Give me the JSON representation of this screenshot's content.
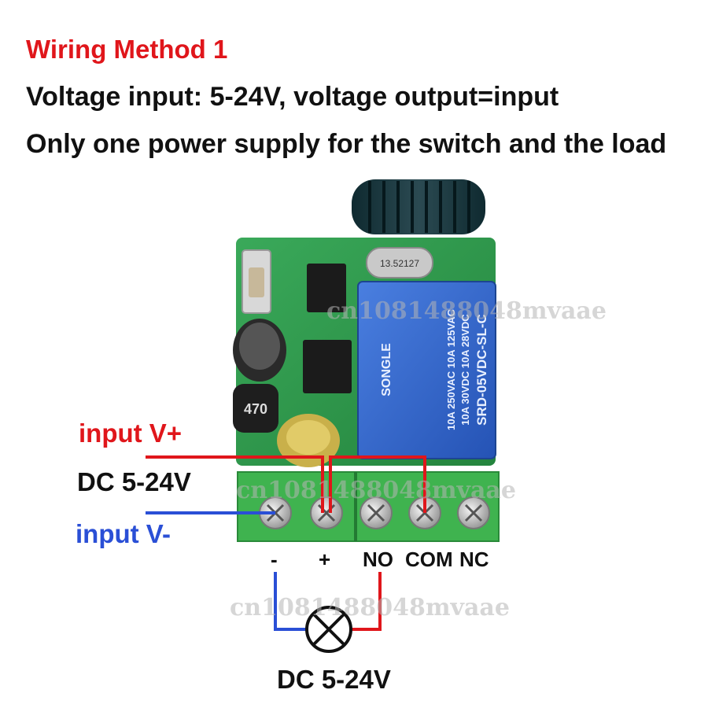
{
  "header": {
    "title": "Wiring Method 1",
    "line1": "Voltage input: 5-24V, voltage output=input",
    "line2": "Only one power supply for the switch and the load"
  },
  "labels": {
    "input_plus": "input V+",
    "dc_range": "DC 5-24V",
    "input_minus": "input V-",
    "load_supply": "DC 5-24V"
  },
  "terminals": [
    "-",
    "+",
    "NO",
    "COM",
    "NC"
  ],
  "relay": {
    "brand": "SONGLE",
    "model": "SRD-05VDC-SL-C",
    "rating1": "10A 250VAC  10A 125VAC",
    "rating2": "10A 30VDC  10A 28VDC"
  },
  "components": {
    "inductor": "470",
    "crystal": "13.52127"
  },
  "watermark": "cn1081488048mvaae",
  "colors": {
    "positive": "#e0161b",
    "negative": "#2a4fd6",
    "pcb": "#2f9a4a",
    "terminal_block": "#3fb34f",
    "relay": "#2f62c8"
  }
}
